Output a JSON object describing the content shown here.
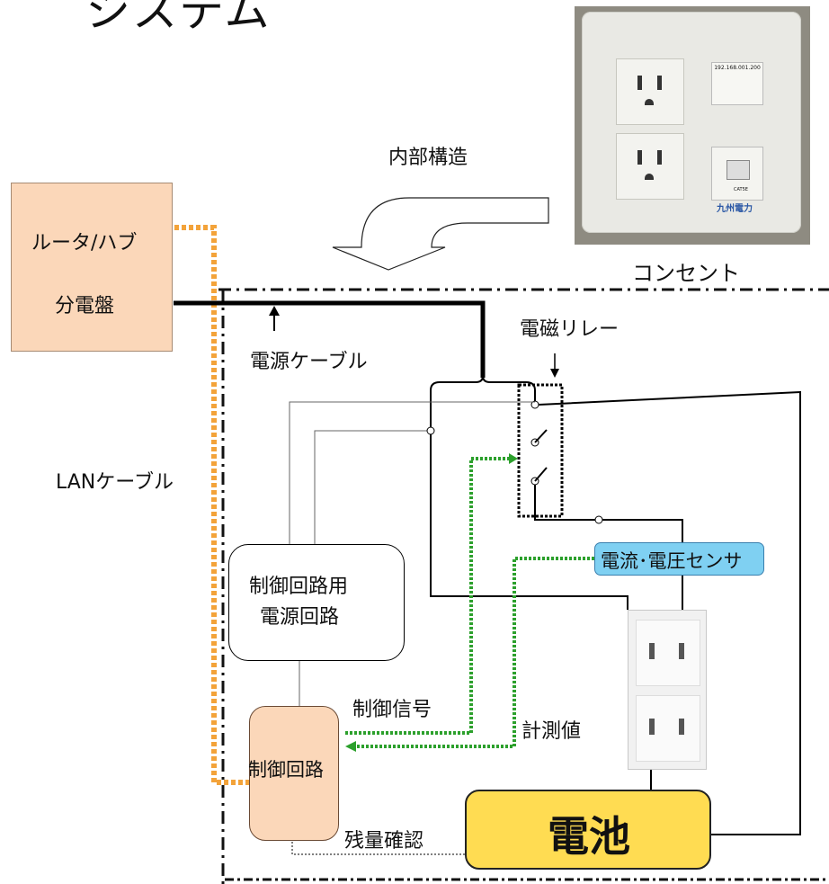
{
  "title": "システム",
  "router_panel": {
    "router": "ルータ/ハブ",
    "breaker": "分電盤"
  },
  "labels": {
    "internal_structure": "内部構造",
    "outlet_caption": "コンセント",
    "power_cable": "電源ケーブル",
    "relay": "電磁リレー",
    "lan_cable": "LANケーブル",
    "sensor": "電流･電圧センサ",
    "psu_line1": "制御回路用",
    "psu_line2": "電源回路",
    "control": "制御回路",
    "control_signal": "制御信号",
    "measurement": "計測値",
    "remaining_check": "残量確認",
    "battery": "電池"
  },
  "photo": {
    "ip": "192.168.001.200",
    "port_label": "CAT5E",
    "brand": "九州電力"
  },
  "colors": {
    "orange_dots": "#f3a33a",
    "green_dots": "#2ca02c",
    "router_fill": "#fbd7b9",
    "sensor_fill": "#7fd0f2",
    "battery_fill": "#ffdc52"
  }
}
